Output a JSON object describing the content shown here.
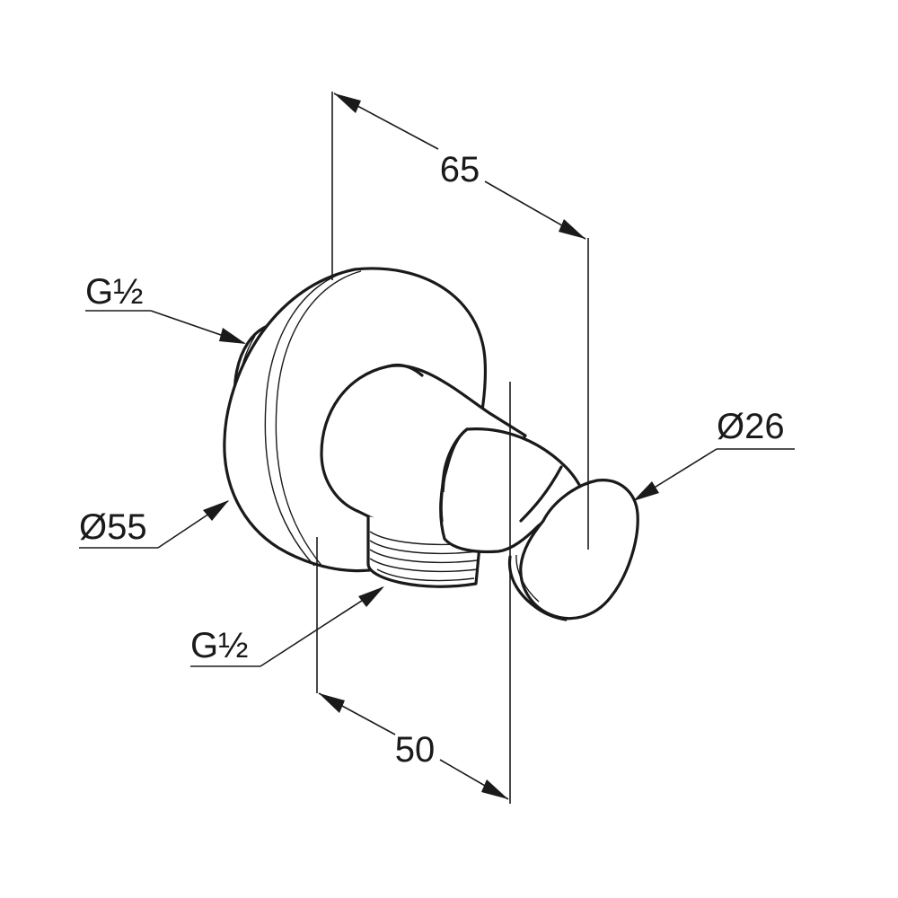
{
  "dimensions": {
    "length_total": "65",
    "length_body": "50",
    "outlet_thread": "G½",
    "inlet_thread": "G½",
    "rosette_diameter": "Ø55",
    "holder_diameter": "Ø26"
  }
}
